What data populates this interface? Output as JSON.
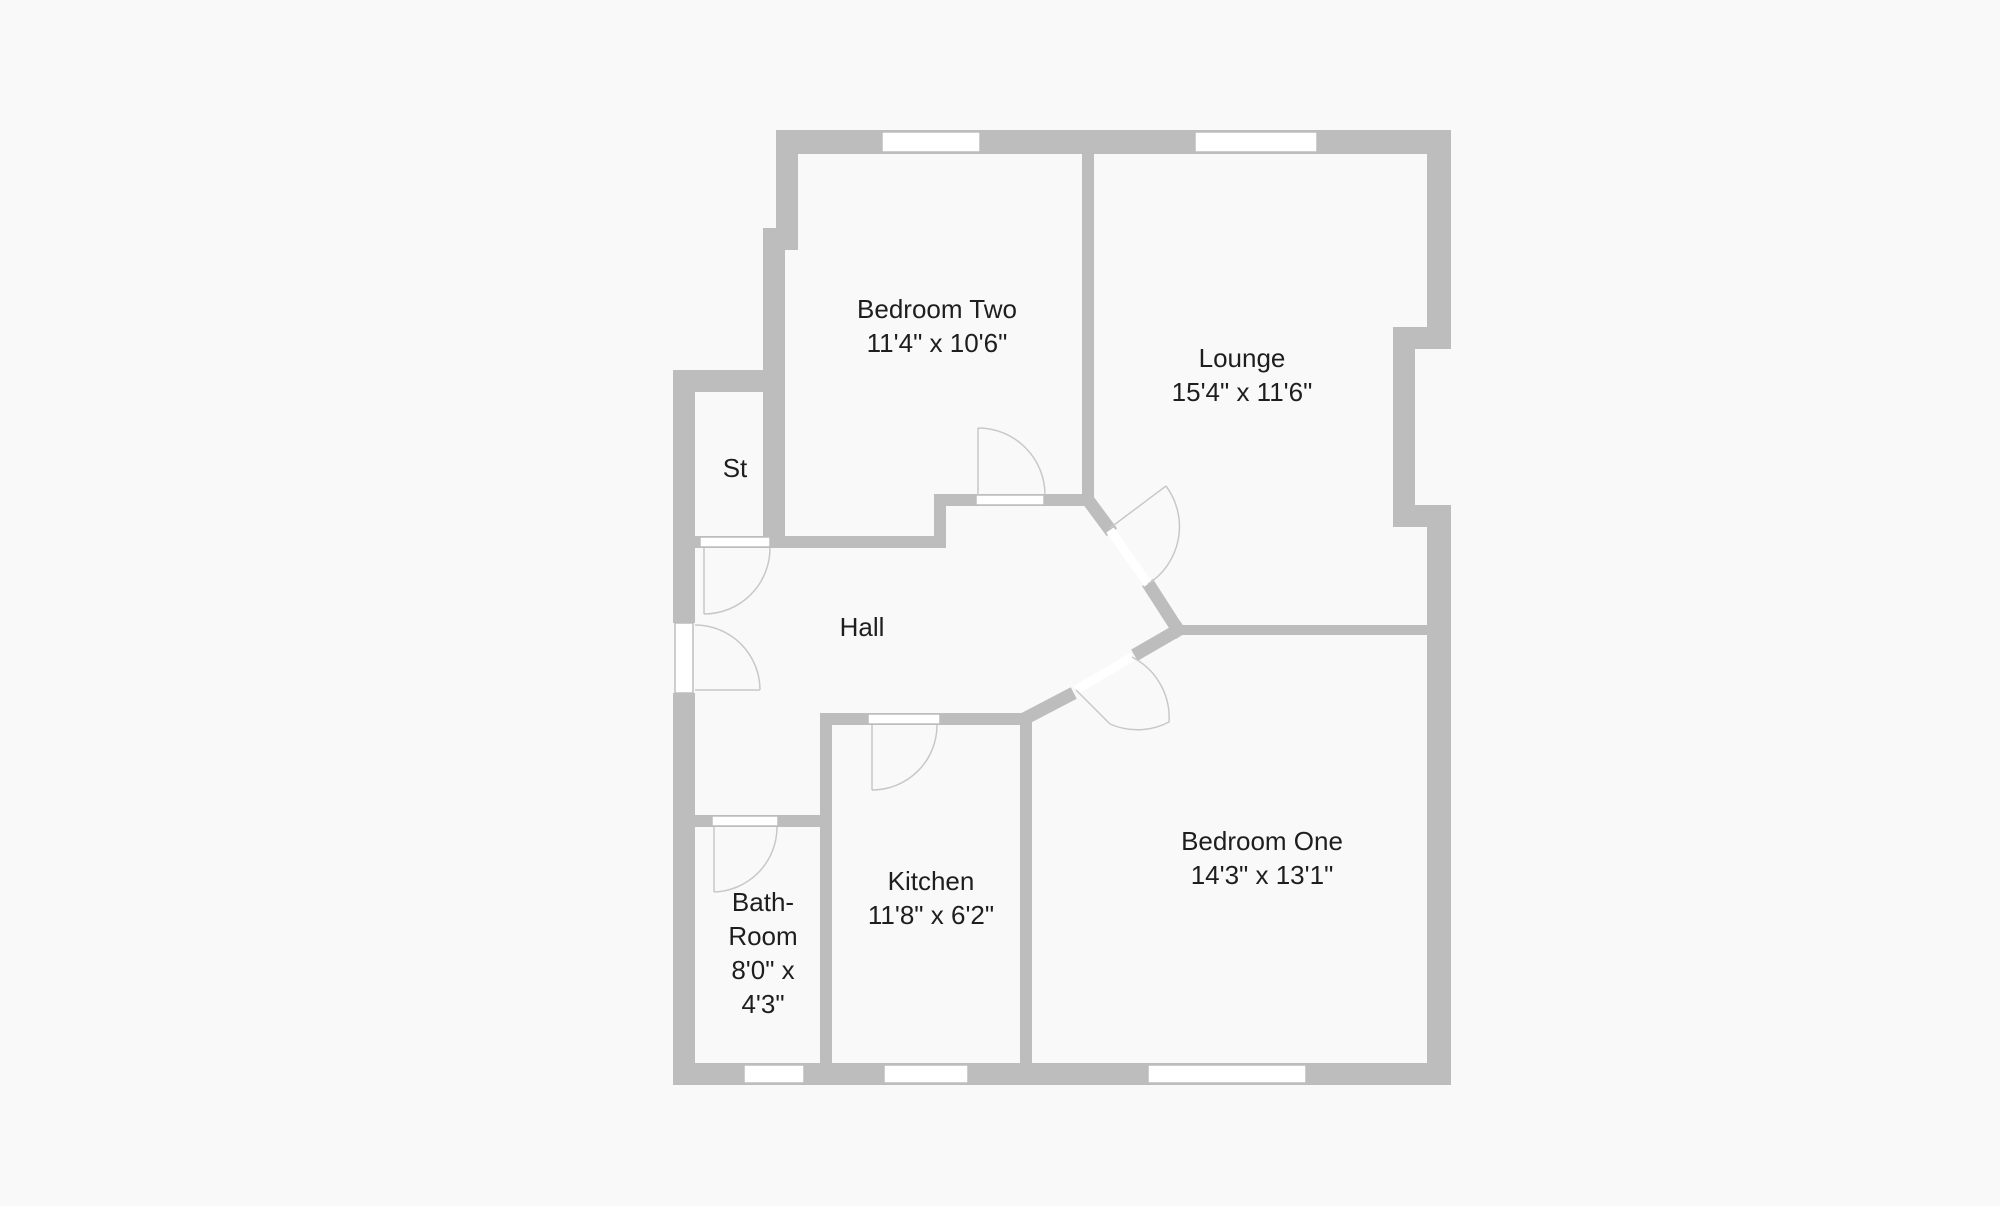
{
  "colors": {
    "background": "#f9f9f9",
    "wall": "#bdbdbe",
    "opening": "#ffffff",
    "door_arc": "#c8c8c8",
    "text": "#1e1e1e"
  },
  "rooms": {
    "bedroom_two": {
      "name": "Bedroom Two",
      "size": "11'4\" x 10'6\""
    },
    "lounge": {
      "name": "Lounge",
      "size": "15'4\" x 11'6\""
    },
    "store": {
      "name": "St"
    },
    "hall": {
      "name": "Hall"
    },
    "kitchen": {
      "name": "Kitchen",
      "size": "11'8\" x 6'2\""
    },
    "bedroom_one": {
      "name": "Bedroom One",
      "size": "14'3\" x 13'1\""
    },
    "bathroom": {
      "name_line1": "Bath-",
      "name_line2": "Room",
      "size_line1": "8'0\" x",
      "size_line2": "4'3\""
    }
  }
}
